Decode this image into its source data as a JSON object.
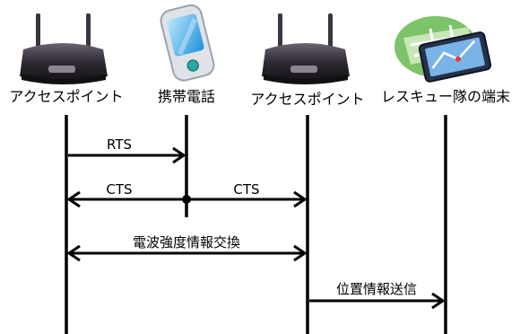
{
  "diagram": {
    "nodes": [
      {
        "id": "ap1",
        "label": "アクセスポイント",
        "icon": "wireless-router-icon"
      },
      {
        "id": "phone",
        "label": "携帯電話",
        "icon": "mobile-phone-icon"
      },
      {
        "id": "ap2",
        "label": "アクセスポイント",
        "icon": "wireless-router-icon"
      },
      {
        "id": "rescue",
        "label": "レスキュー隊の端末",
        "icon": "map-tablet-icon"
      }
    ],
    "messages": [
      {
        "id": "rts",
        "label": "RTS",
        "from": "ap1",
        "to": "phone",
        "direction": "right"
      },
      {
        "id": "cts_left",
        "label": "CTS",
        "from": "phone",
        "to": "ap1",
        "direction": "left"
      },
      {
        "id": "cts_right",
        "label": "CTS",
        "from": "phone",
        "to": "ap2",
        "direction": "right"
      },
      {
        "id": "signal_exchange",
        "label": "電波強度情報交換",
        "from": "ap1",
        "to": "ap2",
        "direction": "both"
      },
      {
        "id": "location_send",
        "label": "位置情報送信",
        "from": "ap2",
        "to": "rescue",
        "direction": "right"
      }
    ]
  }
}
